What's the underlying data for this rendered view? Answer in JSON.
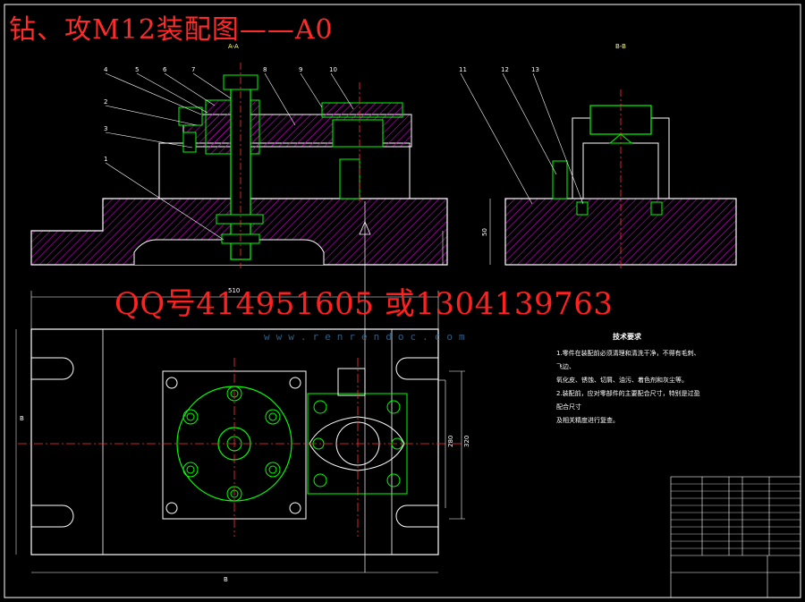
{
  "title": "钻、攻M12装配图——A0",
  "contact_watermark": "QQ号414951605 或1304139763",
  "site_watermark": "www.renrendoc.com",
  "section_labels": [
    "A-A",
    "B-B"
  ],
  "part_numbers": [
    "4",
    "5",
    "6",
    "7",
    "8",
    "9",
    "10",
    "11",
    "12",
    "13",
    "2",
    "3",
    "1"
  ],
  "tech_requirements": {
    "title": "技术要求",
    "lines": [
      "1.零件在装配前必须清理和清洗干净，不得有毛刺、飞边、",
      "氧化皮、锈蚀、切屑、油污、着色剂和灰尘等。",
      "2.装配前，应对零部件的主要配合尺寸，特别是过盈配合尺寸",
      "及相关精度进行复查。"
    ]
  },
  "dimensions": {
    "width_top": "510",
    "height_a": "280",
    "height_b": "320",
    "base_height": "50",
    "left_mark": "B",
    "bottom_mark": "B"
  },
  "colors": {
    "background": "#000000",
    "outline": "#ffffff",
    "body": "#00ff00",
    "hatch": "#ff00ff",
    "center": "#ff3333",
    "title": "#ff2a2a"
  }
}
